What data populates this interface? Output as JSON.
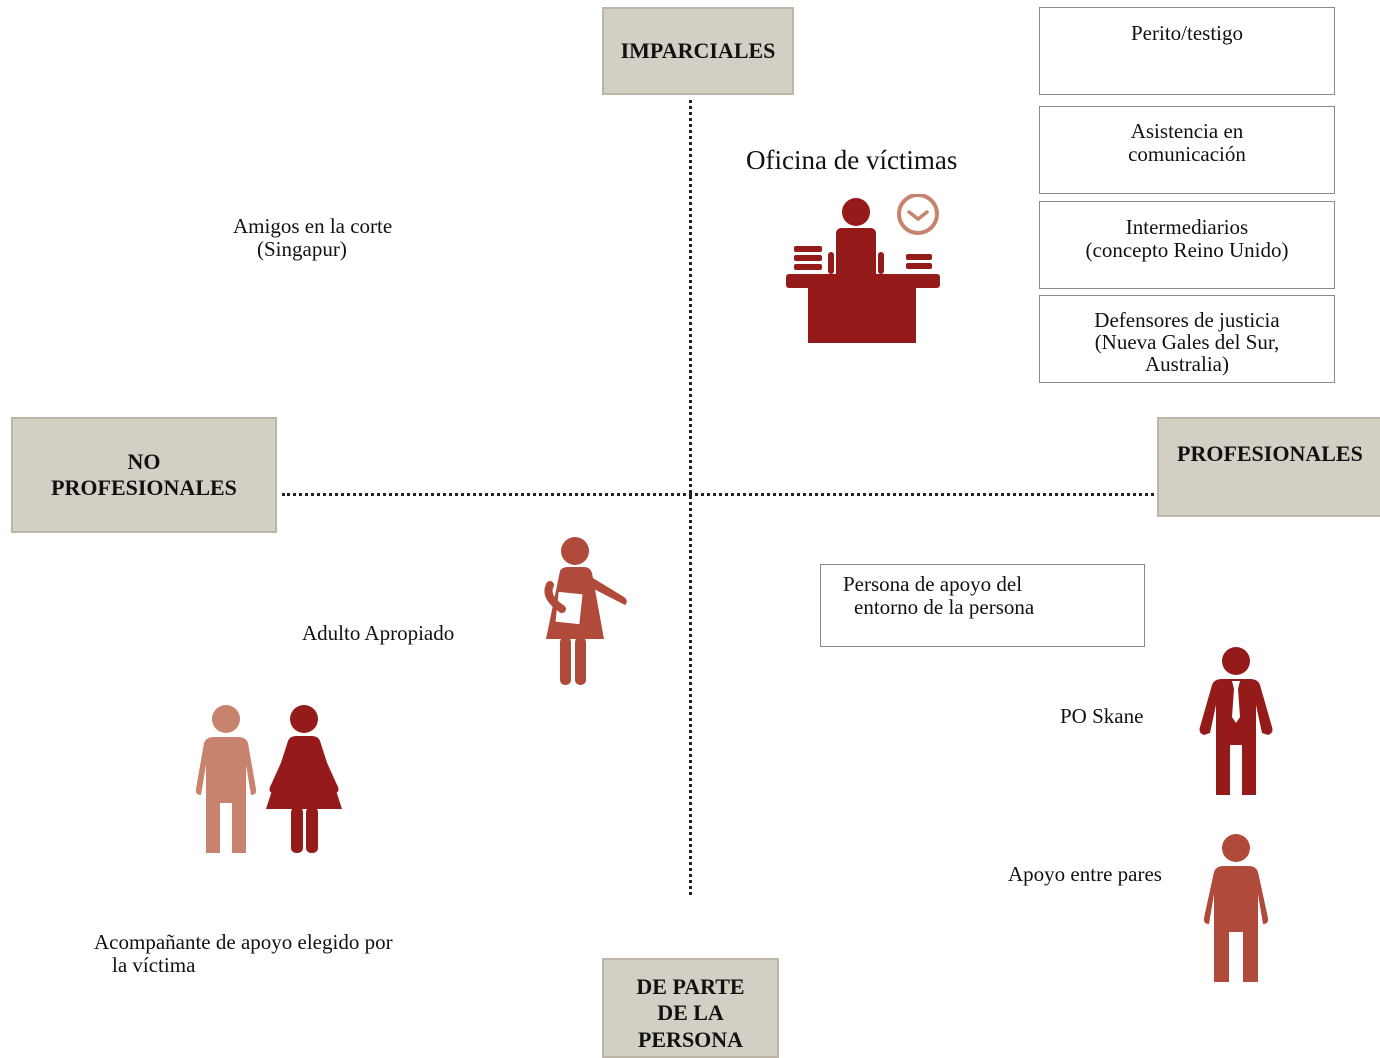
{
  "axes": {
    "top": "IMPARCIALES",
    "left_line1": "NO",
    "left_line2": "PROFESIONALES",
    "right": "PROFESIONALES",
    "bottom_line1": "DE PARTE",
    "bottom_line2": "DE LA",
    "bottom_line3": "PERSONA"
  },
  "professional_impartial_roles": [
    {
      "lines": [
        "Perito/testigo"
      ]
    },
    {
      "lines": [
        "Asistencia en",
        "comunicación"
      ]
    },
    {
      "lines": [
        "Intermediarios",
        "(concepto Reino Unido)"
      ]
    },
    {
      "lines": [
        "Defensores de justicia",
        "(Nueva Gales del Sur,",
        "Australia)"
      ]
    }
  ],
  "labels": {
    "victims_office": "Oficina de víctimas",
    "friends_court_line1": "Amigos en la corte",
    "friends_court_line2": "(Singapur)",
    "appropriate_adult": "Adulto Apropiado",
    "support_person_line1": "Persona de apoyo del",
    "support_person_line2": "entorno de la persona",
    "po_skane": "PO Skane",
    "peer_support": "Apoyo entre pares",
    "chosen_companion_line1": "Acompañante de apoyo elegido por",
    "chosen_companion_line2": "la víctima"
  },
  "colors": {
    "dark_red": "#951a1a",
    "rust": "#b04a3b",
    "salmon": "#c8836f",
    "axis_fill": "#d3cfc4"
  },
  "icons": {
    "desk": "reception-desk-icon",
    "clock": "clock-icon",
    "woman_clipboard": "woman-clipboard-icon",
    "man_tie": "man-tie-icon",
    "man": "man-icon",
    "couple": "couple-icon"
  }
}
